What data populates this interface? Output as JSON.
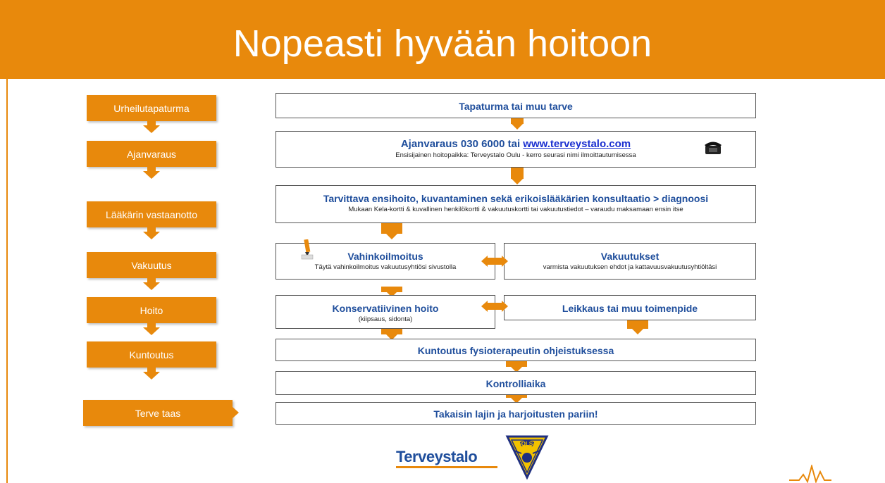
{
  "header": {
    "title": "Nopeasti hyvään hoitoon"
  },
  "steps": [
    "Urheilutapaturma",
    "Ajanvaraus",
    "Lääkärin vastaanotto",
    "Vakuutus",
    "Hoito",
    "Kuntoutus",
    "Terve taas"
  ],
  "flow": {
    "box1": {
      "main": "Tapaturma tai muu tarve"
    },
    "box2": {
      "main_prefix": "Ajanvaraus 030 6000 tai ",
      "link": "www.terveystalo.com",
      "sub": "Ensisijainen hoitopaikka: Terveystalo Oulu - kerro seurasi nimi ilmoittautumisessa"
    },
    "box3": {
      "main": "Tarvittava ensihoito, kuvantaminen sekä erikoislääkärien konsultaatio > diagnoosi",
      "sub": "Mukaan Kela-kortti & kuvallinen henkilökortti & vakuutuskortti tai vakuutustiedot – varaudu maksamaan ensin itse"
    },
    "box4a": {
      "main": "Vahinkoilmoitus",
      "sub": "Täytä vahinkoilmoitus vakuutusyhtiösi sivustolla"
    },
    "box4b": {
      "main": "Vakuutukset",
      "sub": "varmista vakuutuksen ehdot ja kattavuusvakuutusyhtiöltäsi"
    },
    "box5a": {
      "main": "Konservatiivinen hoito",
      "sub": "(kiipsaus, sidonta)"
    },
    "box5b": {
      "main": "Leikkaus tai muu toimenpide"
    },
    "box6": {
      "main": "Kuntoutus fysioterapeutin ohjeistuksessa"
    },
    "box7": {
      "main": "Kontrolliaika"
    },
    "box8": {
      "main": "Takaisin lajin ja harjoitusten pariin!"
    }
  },
  "logos": {
    "terveystalo": "Terveystalo",
    "ols": "OLS"
  },
  "icons": [
    "telephone-icon",
    "pencil-note-icon",
    "heartbeat-icon"
  ],
  "colors": {
    "accent": "#e8890c",
    "text_blue": "#1f4e9c",
    "link": "#1a2fd0"
  }
}
